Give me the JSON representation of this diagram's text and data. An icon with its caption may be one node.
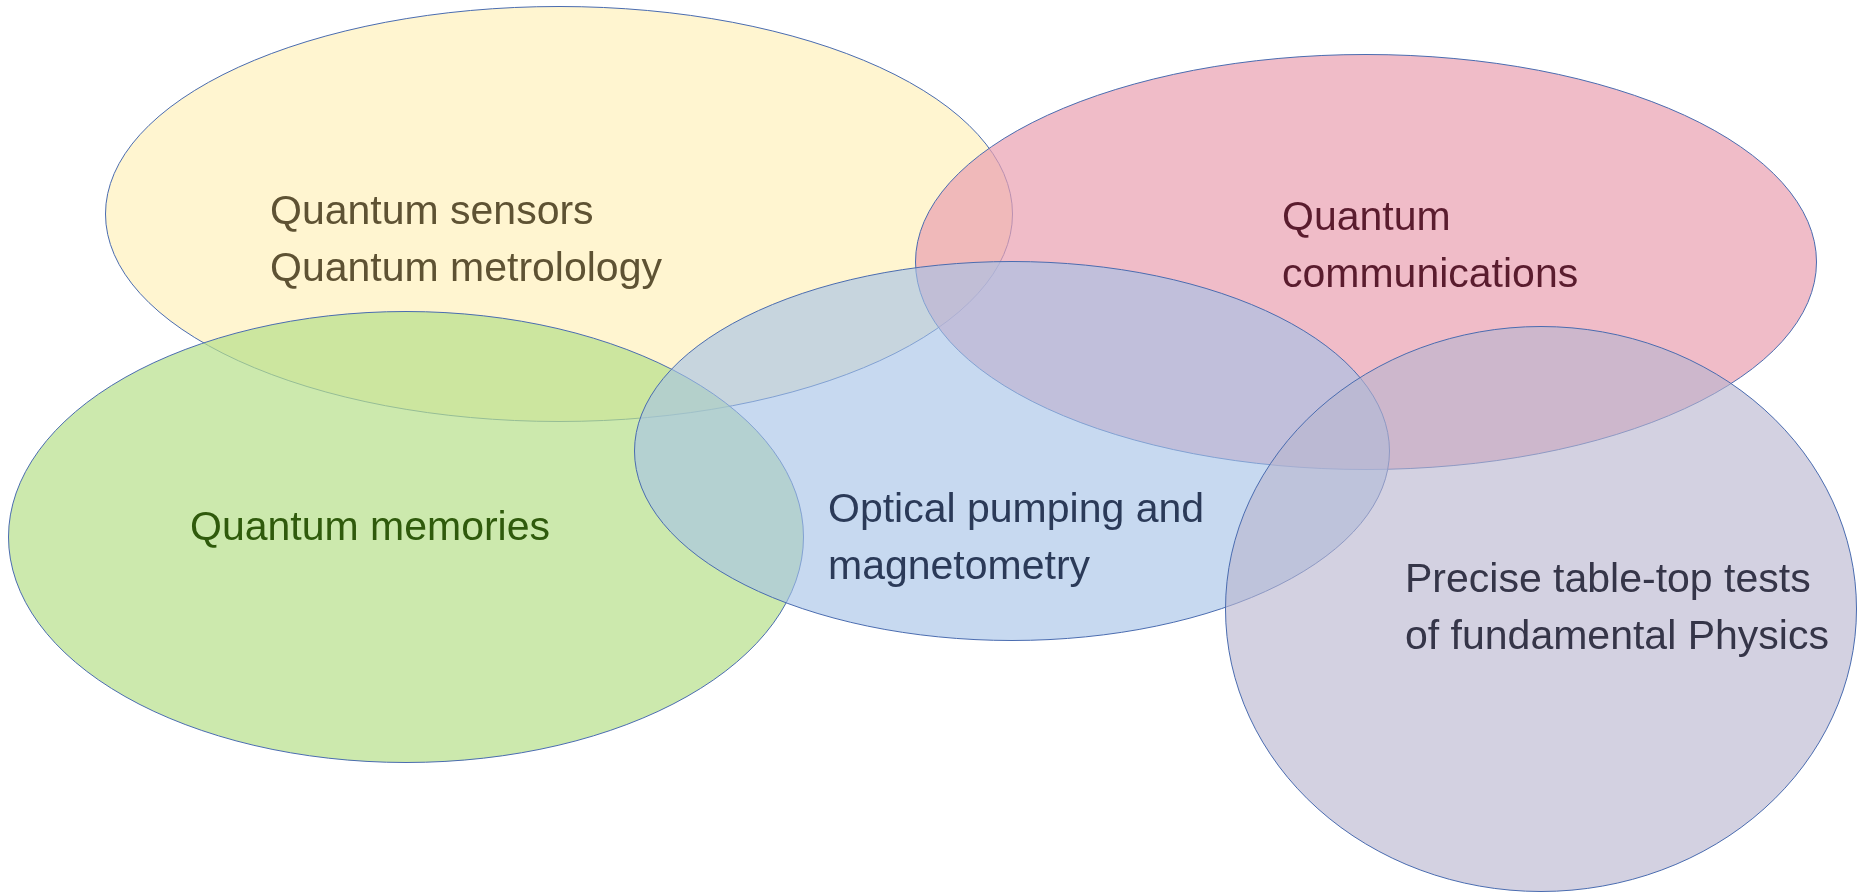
{
  "diagram": {
    "nodes": [
      {
        "text": [
          "Quantum sensors Quantum metrolology"
        ]
      },
      {
        "text": [
          "Quantum communications"
        ]
      },
      {
        "text": [
          "Quantum memories"
        ]
      },
      {
        "text": [
          "Optical pumping and magnetometry"
        ]
      },
      {
        "text": [
          "Precise table-top tests of fundamental Physics"
        ]
      }
    ]
  }
}
